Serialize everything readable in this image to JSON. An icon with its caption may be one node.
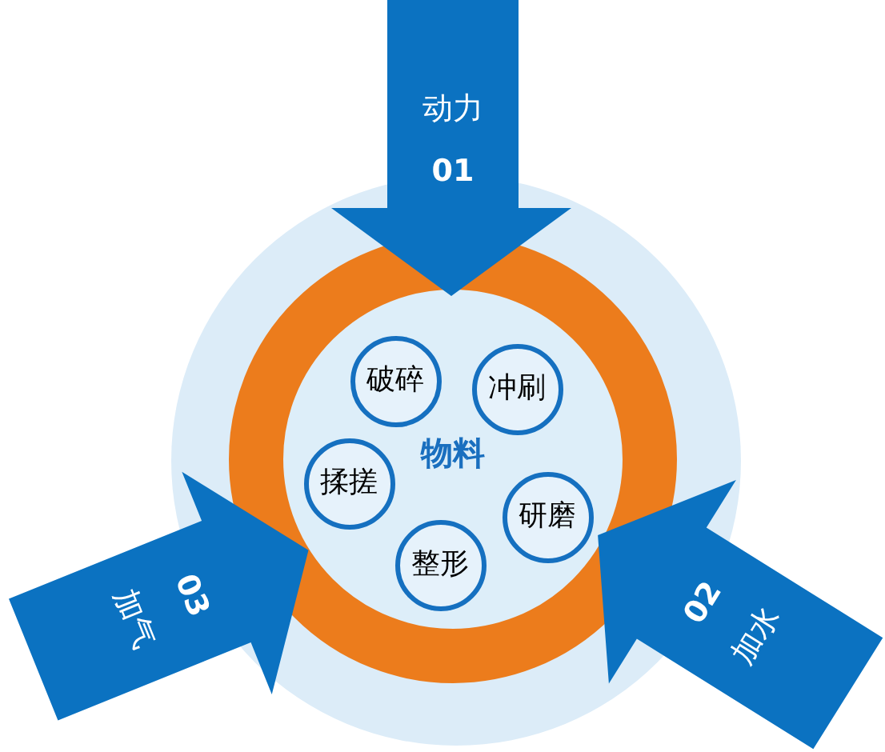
{
  "diagram": {
    "nodes": [
      {
        "text": [],
        "shape": "circle"
      },
      {
        "text": [
          "物料"
        ],
        "in": 0
      },
      {
        "text": [
          "破碎"
        ],
        "in": 1
      },
      {
        "text": [
          "冲刷"
        ],
        "in": 1
      },
      {
        "text": [
          "揉搓"
        ],
        "in": 1
      },
      {
        "text": [
          "研磨"
        ],
        "in": 1
      },
      {
        "text": [
          "整形"
        ],
        "in": 1
      },
      {
        "text": [
          "动力",
          "01"
        ]
      },
      {
        "text": [
          "加水",
          "02"
        ]
      },
      {
        "text": [
          "加气",
          "03"
        ]
      }
    ]
  }
}
